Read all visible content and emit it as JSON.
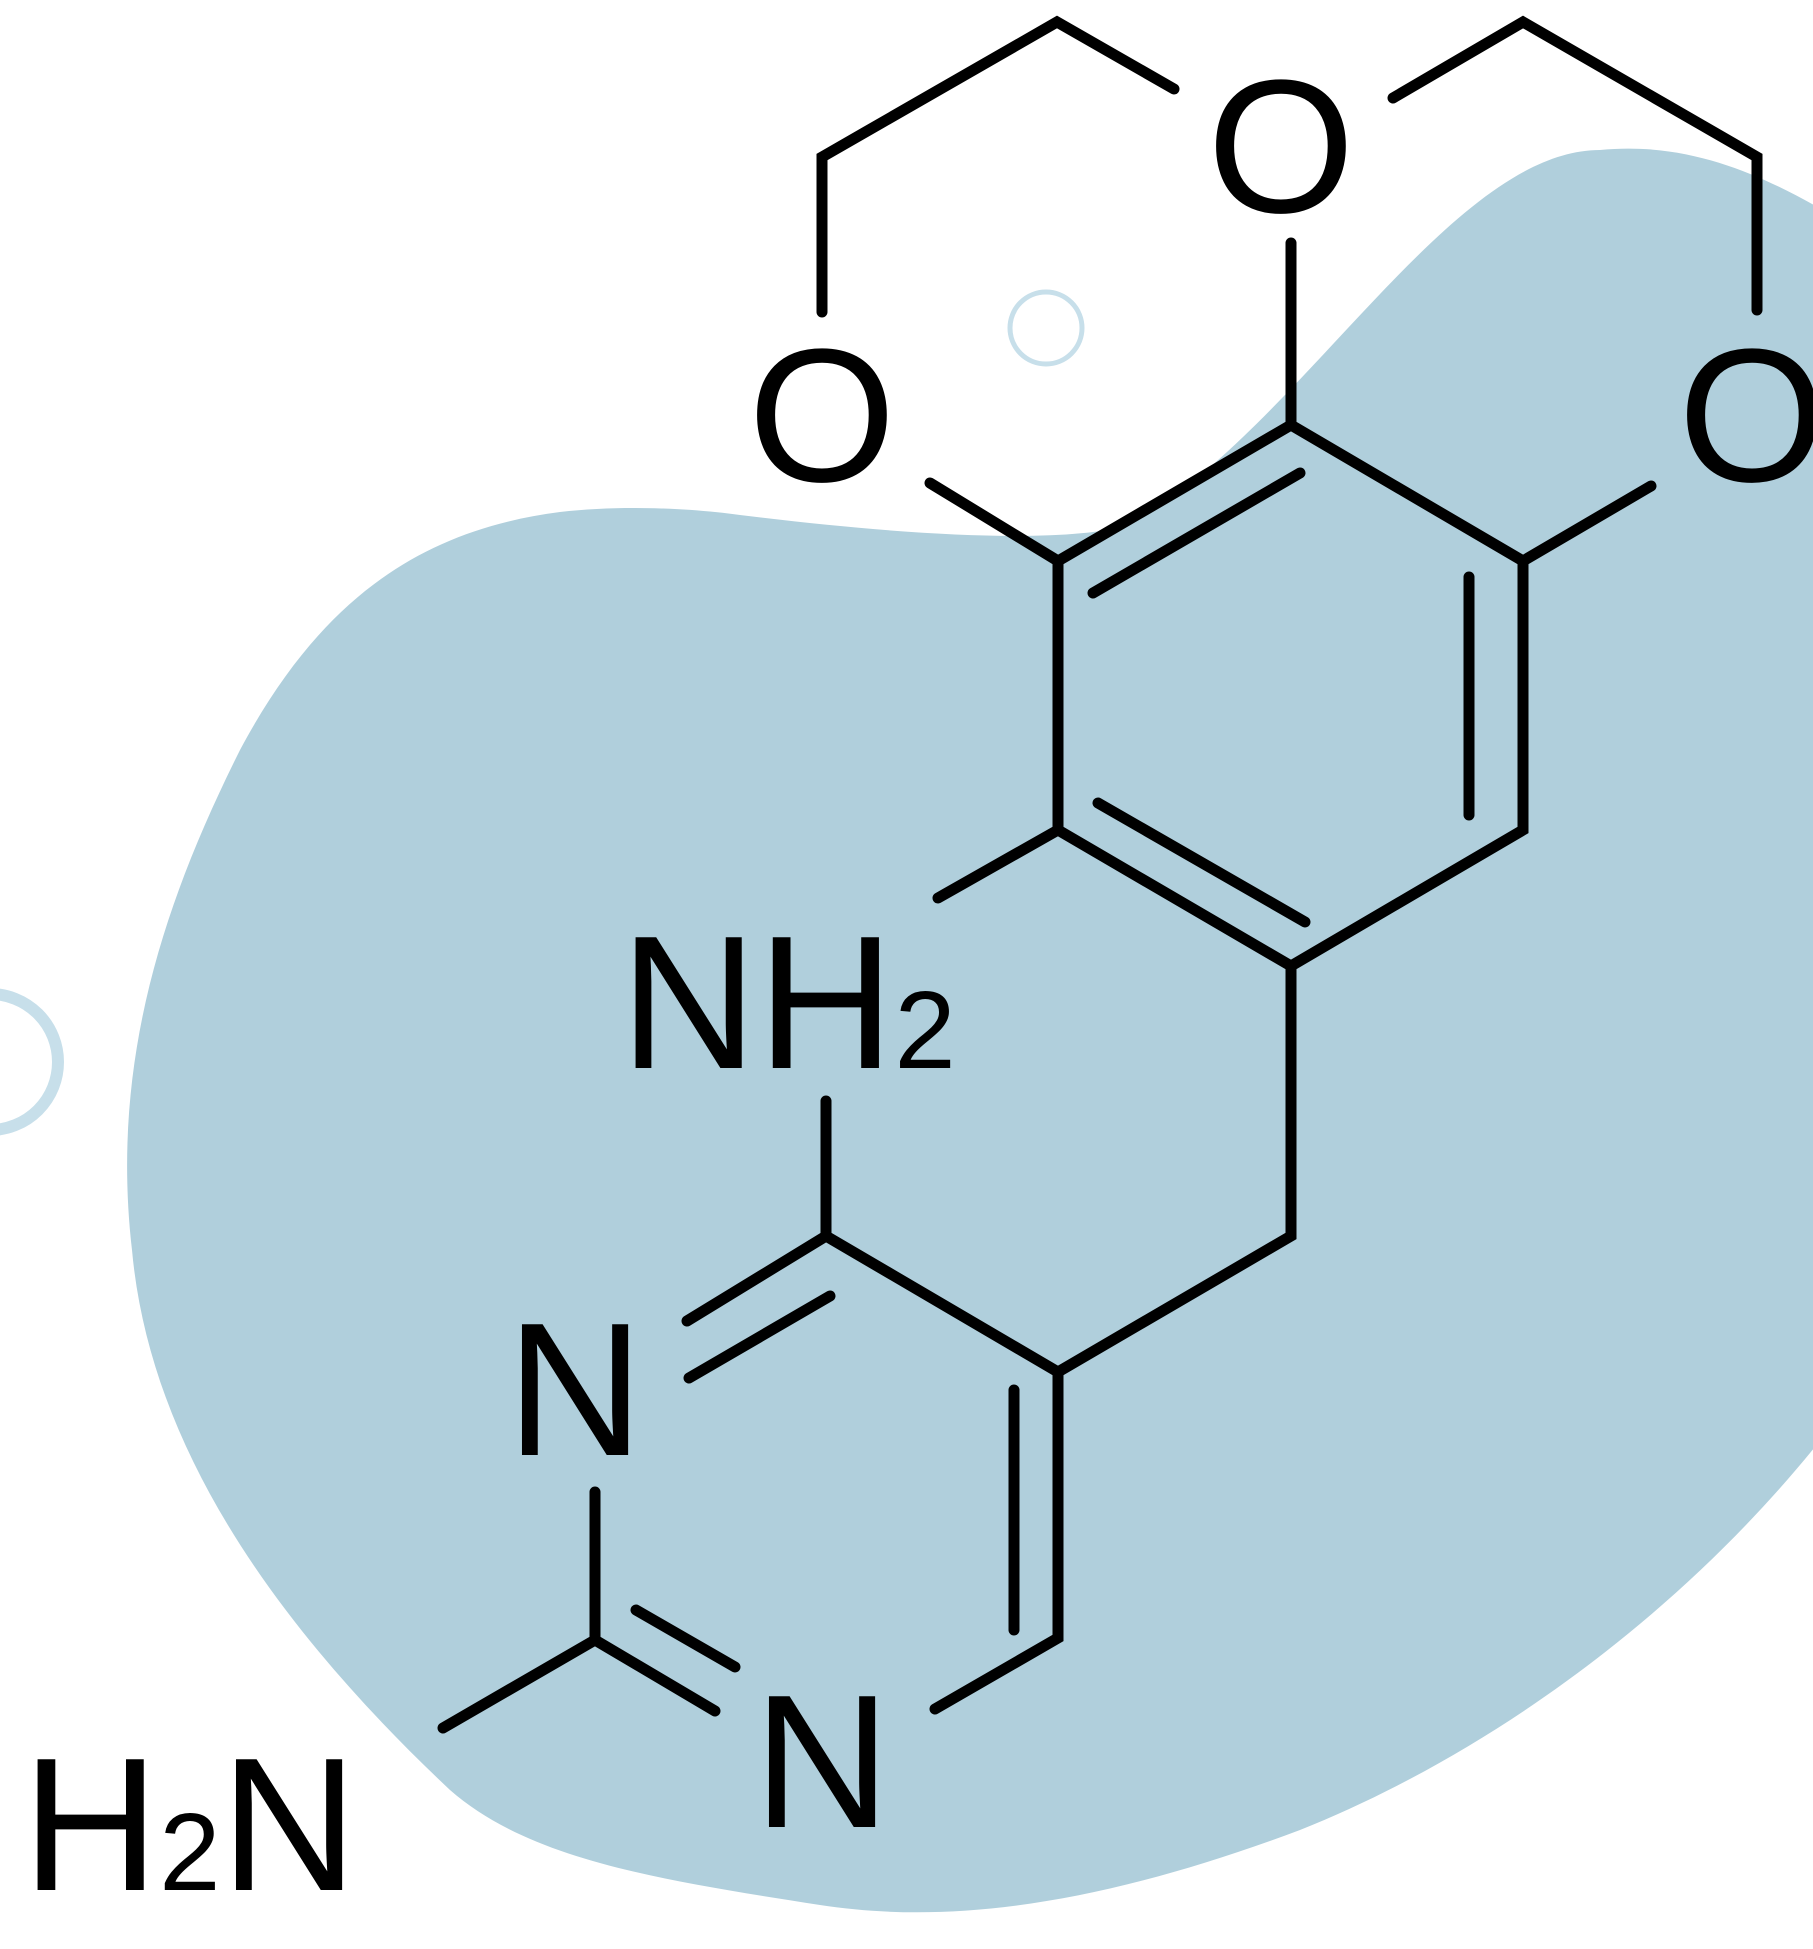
{
  "colors": {
    "blob": "#b0cfdc",
    "ring_outline": "#c7dfea",
    "ink": "#000000"
  },
  "labels": {
    "o_top": "O",
    "o_left": "O",
    "o_right": "O",
    "nh2_n": "NH",
    "nh2_sub": "2",
    "n_ring_left": "N",
    "n_ring_bottom": "N",
    "h2n_h": "H",
    "h2n_sub": "2",
    "h2n_n": "N"
  }
}
